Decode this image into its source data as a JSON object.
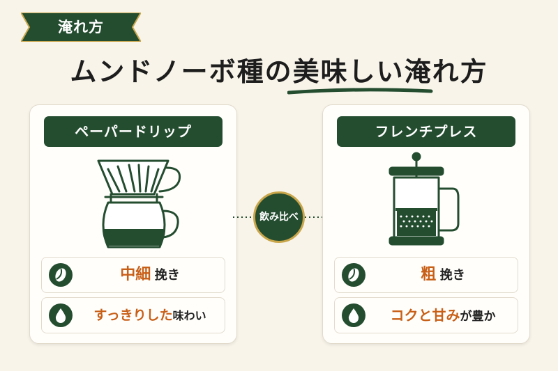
{
  "tag": {
    "label": "淹れ方"
  },
  "title": "ムンドノーボ種の美味しい淹れ方",
  "center_badge": "飲み比べ",
  "colors": {
    "green": "#244d30",
    "orange": "#c85f17",
    "gold": "#c9a64a",
    "background": "#f8f4ea"
  },
  "methods": [
    {
      "name": "ペーパードリップ",
      "illustration": "paper-drip-dripper-icon",
      "grind": {
        "icon": "coffee-bean-icon",
        "highlight": "中細",
        "text": "挽き"
      },
      "taste": {
        "icon": "water-drop-icon",
        "highlight": "すっきりした",
        "text": "味わい"
      }
    },
    {
      "name": "フレンチプレス",
      "illustration": "french-press-icon",
      "grind": {
        "icon": "coffee-bean-icon",
        "highlight": "粗",
        "text": "挽き"
      },
      "taste": {
        "icon": "water-drop-icon",
        "highlight": "コクと甘み",
        "text": "が豊か"
      }
    }
  ]
}
